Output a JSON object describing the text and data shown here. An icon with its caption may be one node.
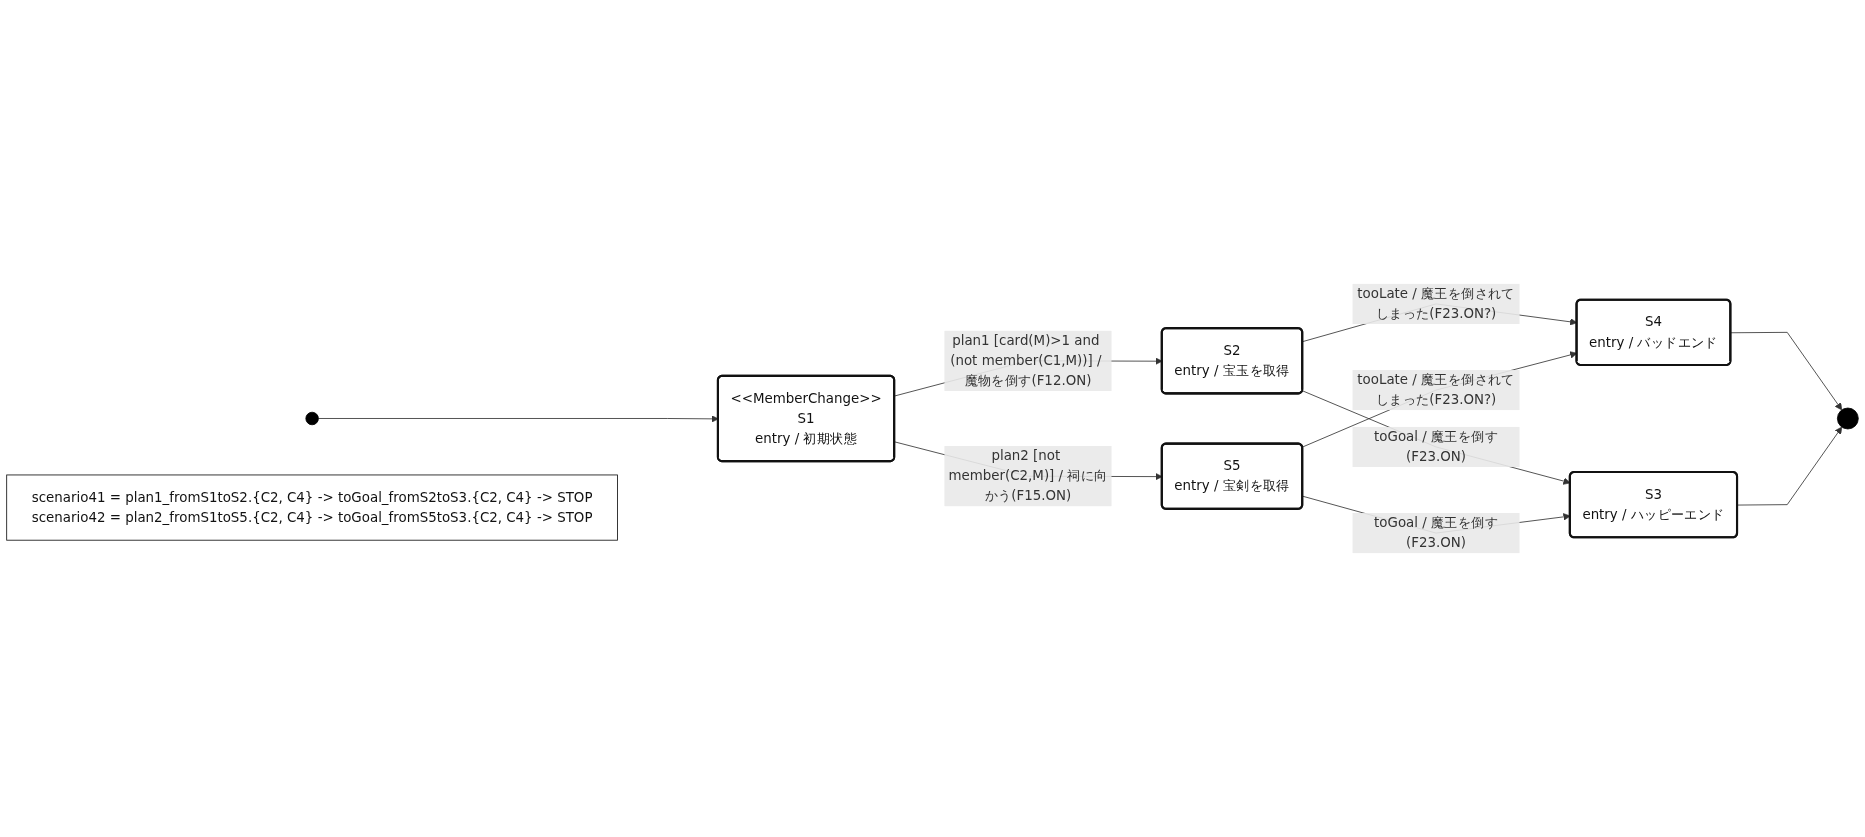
{
  "diagram": {
    "nodes": [
      {
        "text": [],
        "shape": "circle"
      },
      {
        "text": [
          "<<MemberChange>>",
          "S1",
          "entry / 初期状態"
        ]
      },
      {
        "text": [
          "S2",
          "entry / 宝玉を取得"
        ]
      },
      {
        "text": [
          "S4",
          "entry / バッドエンド"
        ]
      },
      {
        "text": [],
        "shape": "circle"
      },
      {
        "text": [
          "S5",
          "entry / 宝剣を取得"
        ]
      },
      {
        "text": [
          "S3",
          "entry / ハッピーエンド"
        ]
      },
      {
        "text": [
          "scenario41 = plan1_fromS1toS2.{C2, C4} -> toGoal_fromS2toS3.{C2, C4} -> STOP",
          "scenario42 = plan2_fromS1toS5.{C2, C4} -> toGoal_fromS5toS3.{C2, C4} -> STOP"
        ]
      }
    ],
    "edges": [
      {
        "from": 0,
        "to": 1,
        "arrow": "to"
      },
      {
        "from": 1,
        "to": 2,
        "arrow": "to",
        "label": "plan1 [card(M)>1 and (not member(C1,M))] / 魔物を倒す(F12.ON)"
      },
      {
        "from": 1,
        "to": 5,
        "arrow": "to",
        "label": "plan2 [not member(C2,M)] / 祠に向かう(F15.ON)"
      },
      {
        "from": 2,
        "to": 3,
        "arrow": "to",
        "label": "tooLate / 魔王を倒されてしまった(F23.ON?)"
      },
      {
        "from": 2,
        "to": 6,
        "arrow": "to",
        "label": "toGoal / 魔王を倒す(F23.ON)"
      },
      {
        "from": 5,
        "to": 3,
        "arrow": "to",
        "label": "tooLate / 魔王を倒されてしまった(F23.ON?)"
      },
      {
        "from": 5,
        "to": 6,
        "arrow": "to",
        "label": "toGoal / 魔王を倒す(F23.ON)"
      },
      {
        "from": 3,
        "to": 4,
        "arrow": "to"
      },
      {
        "from": 6,
        "to": 4,
        "arrow": "to"
      }
    ]
  }
}
